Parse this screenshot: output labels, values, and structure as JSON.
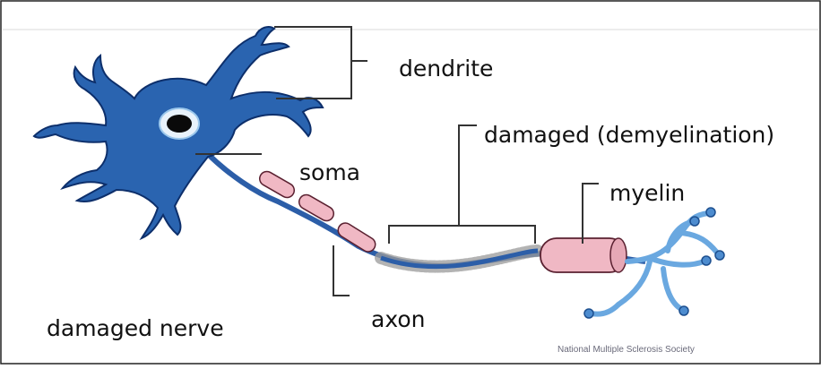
{
  "labels": {
    "dendrite": "dendrite",
    "damaged": "damaged (demyelination)",
    "soma": "soma",
    "myelin": "myelin",
    "axon": "axon",
    "damaged_nerve": "damaged nerve"
  },
  "credit": "National Multiple Sclerosis Society",
  "colors": {
    "cell_body": "#2a64b0",
    "cell_outline": "#0d2f6b",
    "nucleus": "#0a0a0a",
    "myelin": "#f0b8c4",
    "myelin_outline": "#5a2030",
    "axon": "#2c5ea8",
    "terminal": "#6aa8e0",
    "damage": "#8a8a8a",
    "bracket": "#333333"
  }
}
